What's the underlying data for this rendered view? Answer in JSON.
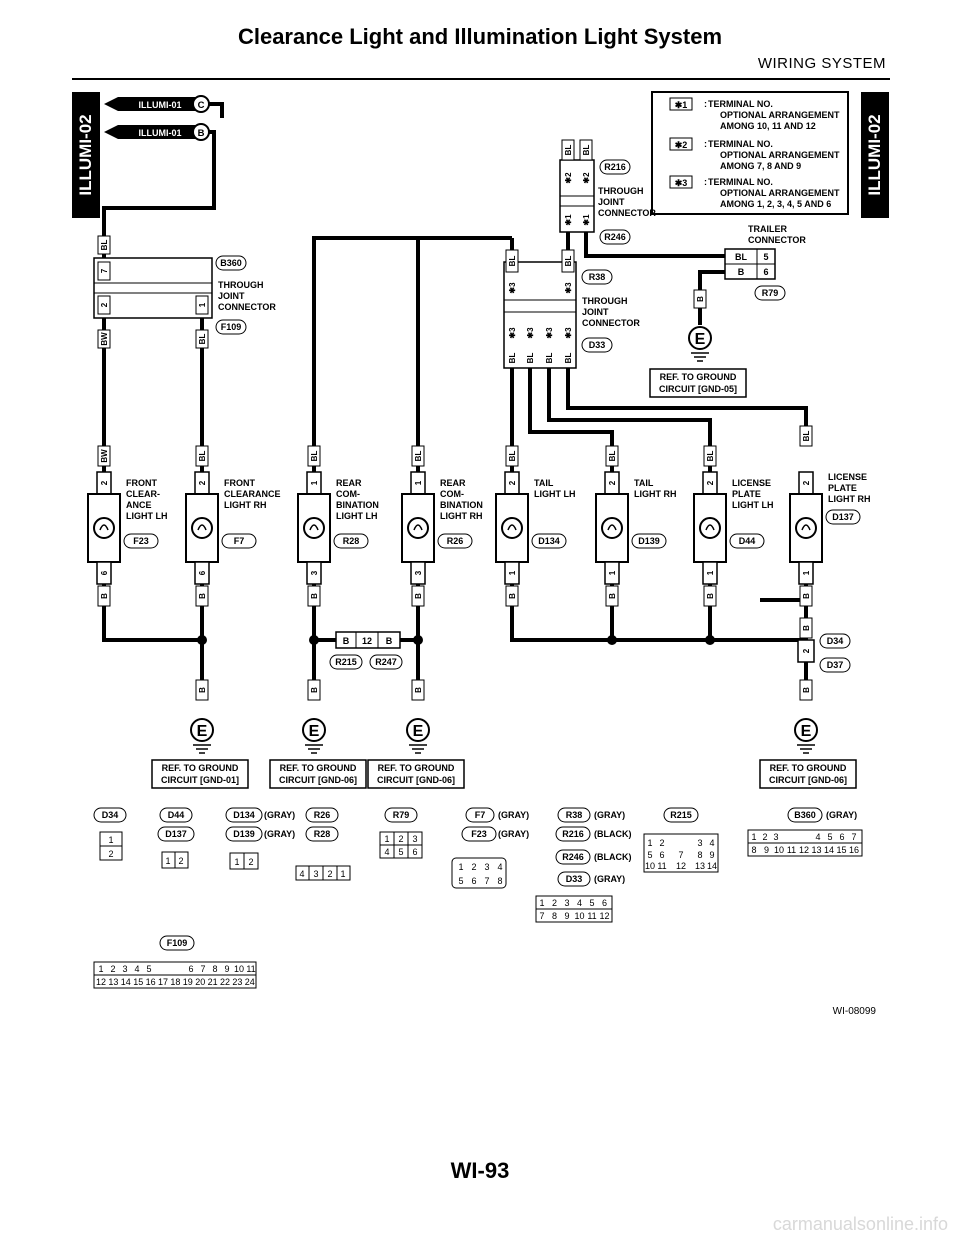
{
  "header": {
    "title": "Clearance Light and Illumination Light System",
    "section": "WIRING SYSTEM"
  },
  "footer": {
    "page_number": "WI-93",
    "figure_id": "WI-08099",
    "watermark": "carmanualsonline.info"
  },
  "side_tabs": {
    "left": "ILLUMI-02",
    "right": "ILLUMI-02"
  },
  "refs": [
    {
      "label": "ILLUMI-01",
      "letter": "C"
    },
    {
      "label": "ILLUMI-01",
      "letter": "B"
    }
  ],
  "legend": [
    {
      "mark": "✱1",
      "text": [
        "TERMINAL NO.",
        "OPTIONAL ARRANGEMENT",
        "AMONG 10, 11 AND 12"
      ]
    },
    {
      "mark": "✱2",
      "text": [
        "TERMINAL NO.",
        "OPTIONAL ARRANGEMENT",
        "AMONG 7, 8 AND 9"
      ]
    },
    {
      "mark": "✱3",
      "text": [
        "TERMINAL NO.",
        "OPTIONAL ARRANGEMENT",
        "AMONG 1, 2, 3, 4, 5 AND 6"
      ]
    }
  ],
  "joint_connectors": [
    {
      "ids": [
        "B360",
        "F109"
      ],
      "name": [
        "THROUGH",
        "JOINT",
        "CONNECTOR"
      ]
    },
    {
      "ids": [
        "R216",
        "R246"
      ],
      "name": [
        "THROUGH",
        "JOINT",
        "CONNECTOR"
      ]
    },
    {
      "ids": [
        "R38",
        "D33"
      ],
      "name": [
        "THROUGH",
        "JOINT",
        "CONNECTOR"
      ]
    }
  ],
  "trailer": {
    "name": [
      "TRAILER",
      "CONNECTOR"
    ],
    "id": "R79",
    "pins": [
      {
        "wire": "BL",
        "pin": "5"
      },
      {
        "wire": "B",
        "pin": "6"
      }
    ]
  },
  "grounds": [
    {
      "text": [
        "REF. TO GROUND",
        "CIRCUIT [GND-05]"
      ]
    },
    {
      "text": [
        "REF. TO GROUND",
        "CIRCUIT [GND-01]"
      ]
    },
    {
      "text": [
        "REF. TO GROUND",
        "CIRCUIT [GND-06]"
      ]
    },
    {
      "text": [
        "REF. TO GROUND",
        "CIRCUIT [GND-06]"
      ]
    },
    {
      "text": [
        "REF. TO GROUND",
        "CIRCUIT [GND-06]"
      ]
    }
  ],
  "ground_symbol": "E",
  "lamps": [
    {
      "name": [
        "FRONT",
        "CLEAR-",
        "ANCE",
        "LIGHT LH"
      ],
      "id": "F23",
      "top_wire": "BW",
      "top_pin": "2",
      "bot_pin": "6",
      "bot_wire": "B"
    },
    {
      "name": [
        "FRONT",
        "CLEARANCE",
        "LIGHT RH"
      ],
      "id": "F7",
      "top_wire": "BL",
      "top_pin": "2",
      "bot_pin": "6",
      "bot_wire": "B"
    },
    {
      "name": [
        "REAR",
        "COM-",
        "BINATION",
        "LIGHT LH"
      ],
      "id": "R28",
      "top_wire": "BL",
      "top_pin": "1",
      "bot_pin": "3",
      "bot_wire": "B"
    },
    {
      "name": [
        "REAR",
        "COM-",
        "BINATION",
        "LIGHT RH"
      ],
      "id": "R26",
      "top_wire": "BL",
      "top_pin": "1",
      "bot_pin": "3",
      "bot_wire": "B"
    },
    {
      "name": [
        "TAIL",
        "LIGHT LH"
      ],
      "id": "D134",
      "top_wire": "BL",
      "top_pin": "2",
      "bot_pin": "1",
      "bot_wire": "B"
    },
    {
      "name": [
        "TAIL",
        "LIGHT RH"
      ],
      "id": "D139",
      "top_wire": "BL",
      "top_pin": "2",
      "bot_pin": "1",
      "bot_wire": "B"
    },
    {
      "name": [
        "LICENSE",
        "PLATE",
        "LIGHT LH"
      ],
      "id": "D44",
      "top_wire": "BL",
      "top_pin": "2",
      "bot_pin": "1",
      "bot_wire": "B"
    },
    {
      "name": [
        "LICENSE",
        "PLATE",
        "LIGHT RH"
      ],
      "id": "D137",
      "top_wire": "BL",
      "top_pin": "2",
      "bot_pin": "1",
      "bot_wire": "B"
    }
  ],
  "wires": {
    "b360_top": {
      "wire": "BL",
      "pin": "7"
    },
    "b360_left": {
      "wire": "BW",
      "pin": "2"
    },
    "b360_right": {
      "wire": "BL",
      "pin": "1"
    },
    "r216": {
      "wire": "BL",
      "mark": "✱2"
    },
    "r246": {
      "mark": "✱1"
    },
    "r38": {
      "wire": "BL",
      "mark": "✱3"
    },
    "d33_bottom": {
      "wire": "BL",
      "mark": "✱3"
    },
    "ground_wire": "B",
    "bl": "BL"
  },
  "inline_connector": {
    "left": "B",
    "pin": "12",
    "right": "B",
    "ids": [
      "R215",
      "R247"
    ]
  },
  "d34_connector": {
    "ids": [
      "D34",
      "D37"
    ],
    "top_wire": "B",
    "pin": "2",
    "bot_wire": "B"
  },
  "connector_views": [
    {
      "ids": [
        "D34"
      ],
      "colors": [],
      "pins": [
        "1",
        "2"
      ]
    },
    {
      "ids": [
        "D44",
        "D137"
      ],
      "colors": [],
      "pins": [
        "1",
        "2"
      ]
    },
    {
      "ids": [
        "D134",
        "D139"
      ],
      "colors": [
        "(GRAY)",
        "(GRAY)"
      ],
      "pins": [
        "1",
        "2"
      ]
    },
    {
      "ids": [
        "R26",
        "R28"
      ],
      "colors": [],
      "pins": [
        "4",
        "3",
        "2",
        "1"
      ]
    },
    {
      "ids": [
        "R79"
      ],
      "colors": [],
      "pins": [
        "1",
        "2",
        "3",
        "4",
        "5",
        "6"
      ]
    },
    {
      "ids": [
        "F7",
        "F23"
      ],
      "colors": [
        "(GRAY)",
        "(GRAY)"
      ],
      "pins": [
        "1",
        "2",
        "3",
        "4",
        "5",
        "6",
        "7",
        "8"
      ]
    },
    {
      "ids": [
        "R38",
        "R216",
        "R246",
        "D33"
      ],
      "colors": [
        "(GRAY)",
        "(BLACK)",
        "(BLACK)",
        "(GRAY)"
      ],
      "pins": [
        "1",
        "2",
        "3",
        "4",
        "5",
        "6",
        "7",
        "8",
        "9",
        "10",
        "11",
        "12"
      ]
    },
    {
      "ids": [
        "R215"
      ],
      "colors": [],
      "pins": [
        "1",
        "2",
        "3",
        "4",
        "5",
        "6",
        "7",
        "8",
        "9",
        "10",
        "11",
        "12",
        "13",
        "14"
      ]
    },
    {
      "ids": [
        "B360"
      ],
      "colors": [
        "(GRAY)"
      ],
      "pins": [
        "1",
        "2",
        "3",
        "4",
        "5",
        "6",
        "7",
        "8",
        "9",
        "10",
        "11",
        "12",
        "13",
        "14",
        "15",
        "16"
      ]
    },
    {
      "ids": [
        "F109"
      ],
      "colors": [],
      "pins": [
        "1",
        "2",
        "3",
        "4",
        "5",
        "6",
        "7",
        "8",
        "9",
        "10",
        "11",
        "12",
        "13",
        "14",
        "15",
        "16",
        "17",
        "18",
        "19",
        "20",
        "21",
        "22",
        "23",
        "24"
      ]
    }
  ]
}
